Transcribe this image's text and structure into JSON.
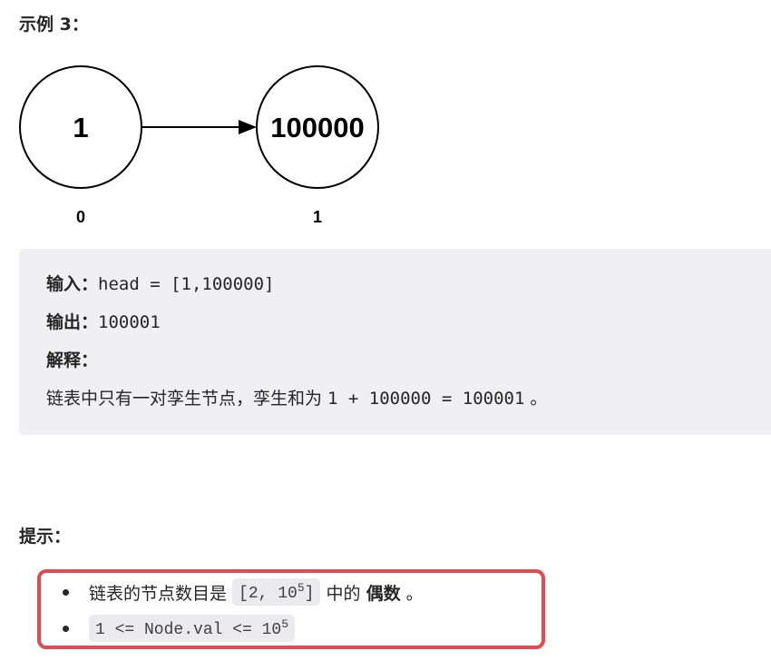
{
  "example": {
    "heading": "示例 3：",
    "diagram": {
      "nodes": [
        {
          "value": "1",
          "index": "0"
        },
        {
          "value": "100000",
          "index": "1"
        }
      ]
    },
    "input_label": "输入：",
    "input_value": "head = [1,100000]",
    "output_label": "输出：",
    "output_value": "100001",
    "explanation_label": "解释：",
    "explanation_text": "链表中只有一对孪生节点，孪生和为 ",
    "explanation_code": "1 + 100000 = 100001",
    "explanation_end": " 。"
  },
  "hints": {
    "heading": "提示：",
    "items": [
      {
        "text_before": "链表的节点数目是 ",
        "code_base": "[2, 10",
        "code_sup": "5",
        "code_after": "]",
        "text_middle": " 中的 ",
        "bold": "偶数",
        "text_after": " 。"
      },
      {
        "code_base": "1 <= Node.val <= 10",
        "code_sup": "5"
      }
    ],
    "highlight_color": "#e5484d"
  }
}
